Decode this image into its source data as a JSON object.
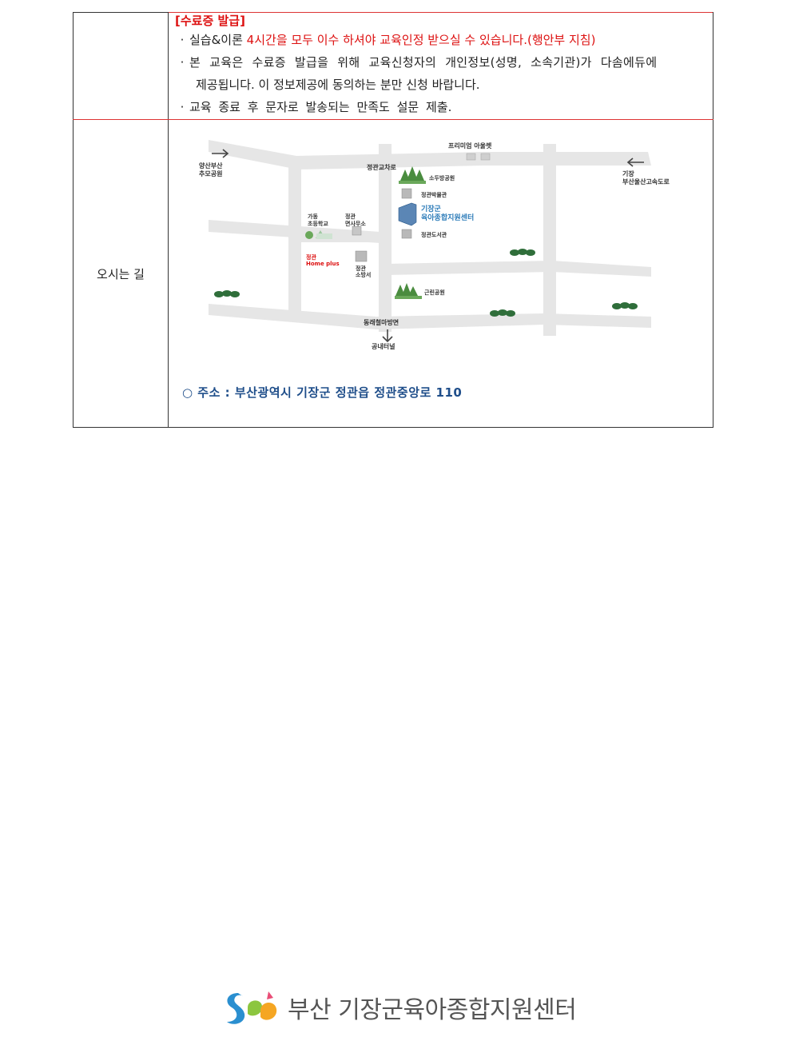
{
  "certificate": {
    "heading": "[수료증 발급]",
    "bullet": "·",
    "line1_pre": "실습&이론 ",
    "line1_red": "4시간을 모두 이수 하셔야 교육인정 받으실 수 있습니다.(행안부 지침)",
    "line2a": "본 교육은 수료증 발급을 위해 교육신청자의 개인정보(성명, 소속기관)가 다솜에듀에",
    "line2b": "제공됩니다. 이 정보제공에 동의하는 분만 신청 바랍니다.",
    "line3": "교육 종료 후 문자로 발송되는 만족도 설문 제출."
  },
  "directions": {
    "label": "오시는 길",
    "address": "○ 주소 : 부산광역시 기장군 정관읍 정관중앙로 110",
    "map": {
      "west_line1": "양산부산",
      "west_line2": "추모공원",
      "east_line1": "기장",
      "east_line2": "부산울산고속도로",
      "outlet": "프리미엄 아울렛",
      "intersection": "정관교차로",
      "park1": "소두방공원",
      "museum": "정관박물관",
      "center_line1": "기장군",
      "center_line2": "육아종합지원센터",
      "library": "정관도서관",
      "school_line1": "가동",
      "school_line2": "초등학교",
      "office_line1": "정관",
      "office_line2": "면사무소",
      "homeplus_line1": "정관",
      "homeplus_line2": "Home plus",
      "fire_line1": "정관",
      "fire_line2": "소방서",
      "park2": "근린공원",
      "south1": "동래철마방면",
      "south2": "공내터널"
    }
  },
  "footer": {
    "title": "부산 기장군육아종합지원센터"
  },
  "colors": {
    "red": "#d11111",
    "road": "#e6e6e6",
    "address_blue": "#1f4e8a",
    "center_blue": "#2a7ab8",
    "tree_green": "#2f6e3a"
  }
}
